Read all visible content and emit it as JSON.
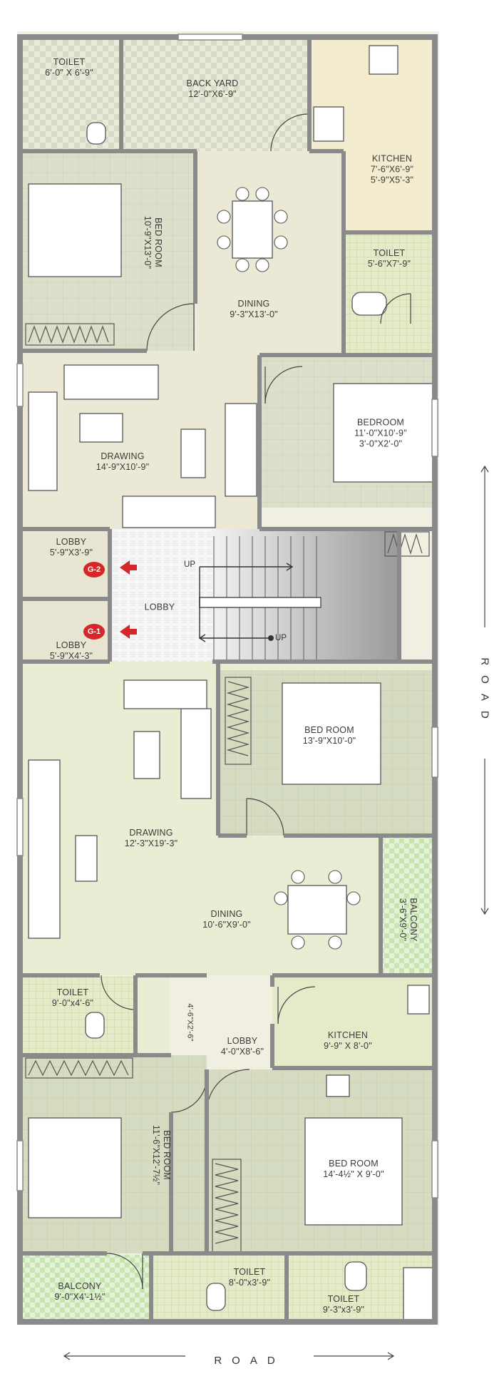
{
  "rooms_first": {
    "toilet_a": {
      "name": "TOILET",
      "dim": "6'-0\" X 6'-9\""
    },
    "back_yard": {
      "name": "BACK YARD",
      "dim": "12'-0\"X6'-9\""
    },
    "kitchen": {
      "name": "KITCHEN",
      "dim": "7'-6\"X6'-9\"",
      "dim2": "5'-9\"X5'-3\""
    },
    "bed_room": {
      "name": "BED ROOM",
      "dim": "10'-9\"X13'-0\""
    },
    "dining": {
      "name": "DINING",
      "dim": "9'-3\"X13'-0\""
    },
    "toilet_b": {
      "name": "TOILET",
      "dim": "5'-6\"X7'-9\""
    },
    "bedroom": {
      "name": "BEDROOM",
      "dim": "11'-0\"X10'-9\"",
      "dim2": "3'-0\"X2'-0\""
    },
    "drawing": {
      "name": "DRAWING",
      "dim": "14'-9\"X10'-9\""
    }
  },
  "lobby_area": {
    "lobby_g2": {
      "name": "LOBBY",
      "dim": "5'-9\"X3'-9\""
    },
    "lobby_mid": {
      "name": "LOBBY"
    },
    "lobby_g1": {
      "name": "LOBBY",
      "dim": "5'-9\"X4'-3\""
    },
    "up_1": "UP",
    "up_2": "UP",
    "badge_g2": "G-2",
    "badge_g1": "G-1"
  },
  "rooms_second": {
    "bed_room_1": {
      "name": "BED ROOM",
      "dim": "13'-9\"X10'-0\""
    },
    "drawing": {
      "name": "DRAWING",
      "dim": "12'-3\"X19'-3\""
    },
    "dining": {
      "name": "DINING",
      "dim": "10'-6\"X9'-0\""
    },
    "balcony_1": {
      "name": "BALCONY",
      "dim": "3'-6\"X9'-0\""
    },
    "toilet_1": {
      "name": "TOILET",
      "dim": "9'-0\"x4'-6\""
    },
    "duct": {
      "dim": "4'-6\"X2'-6\""
    },
    "lobby": {
      "name": "LOBBY",
      "dim": "4'-0\"X8'-6\""
    },
    "kitchen": {
      "name": "KITCHEN",
      "dim": "9'-9\" X 8'-0\""
    },
    "bed_room_2": {
      "name": "BED ROOM",
      "dim": "11'-6\"X12'-7½\""
    },
    "bed_room_3": {
      "name": "BED ROOM",
      "dim": "14'-4½\" X 9'-0\""
    },
    "balcony_2": {
      "name": "BALCONY",
      "dim": "9'-0\"X4'-1½\""
    },
    "toilet_2": {
      "name": "TOILET",
      "dim": "8'-0\"x3'-9\""
    },
    "toilet_3": {
      "name": "TOILET",
      "dim": "9'-3\"x3'-9\""
    }
  },
  "road": {
    "bottom": "ROAD",
    "side": "ROAD"
  },
  "colors": {
    "wall": "#8a8a8a",
    "floor_beige": "#ece8d6",
    "floor_green": "#dfe6c8",
    "tile_check": "#d9ddc6",
    "toilet_tile": "#dfe9c1",
    "balcony_tile": "#d5ecc0",
    "kitchen_floor": "#efe2be",
    "marker_red": "#d7262a"
  }
}
